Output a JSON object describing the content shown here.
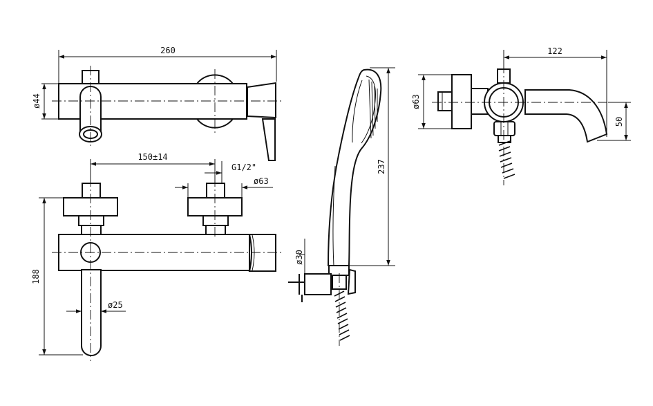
{
  "colors": {
    "line": "#111111",
    "background": "#ffffff"
  },
  "dimensions": {
    "top_width": "260",
    "top_diameter": "ø44",
    "front_spacing": "150±14",
    "front_thread": "G1/2\"",
    "front_diameter": "ø63",
    "front_height": "188",
    "lever_diameter": "ø25",
    "shower_length": "237",
    "shower_diameter": "ø30",
    "side_depth": "122",
    "side_diameter": "ø63",
    "side_height": "50"
  }
}
